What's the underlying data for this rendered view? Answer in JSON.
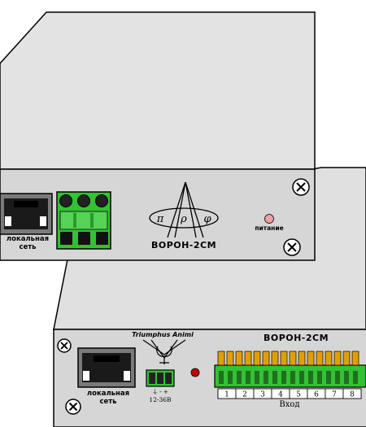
{
  "top_device": {
    "port_label_line1": "локальная",
    "port_label_line2": "сеть",
    "logo_letters": [
      "π",
      "ρ",
      "φ"
    ],
    "model": "ВОРОН-2СМ",
    "power_label": "питание"
  },
  "bottom_device": {
    "brand_text": "Triumphus Animi",
    "model": "ВОРОН-2СМ",
    "port_label_line1": "локальная",
    "port_label_line2": "сеть",
    "power_polarity": "⏚  -  +",
    "power_voltage": "12-36В",
    "input_numbers": [
      "1",
      "2",
      "3",
      "4",
      "5",
      "6",
      "7",
      "8"
    ],
    "input_label": "Вход"
  },
  "colors": {
    "case": "#d6d6d6",
    "case_top": "#e3e3e3",
    "outline": "#000000",
    "terminal_green": "#33c233",
    "terminal_orange": "#e0a000",
    "power_led_top": "#f0a0a0",
    "power_led_bottom": "#c00000"
  }
}
